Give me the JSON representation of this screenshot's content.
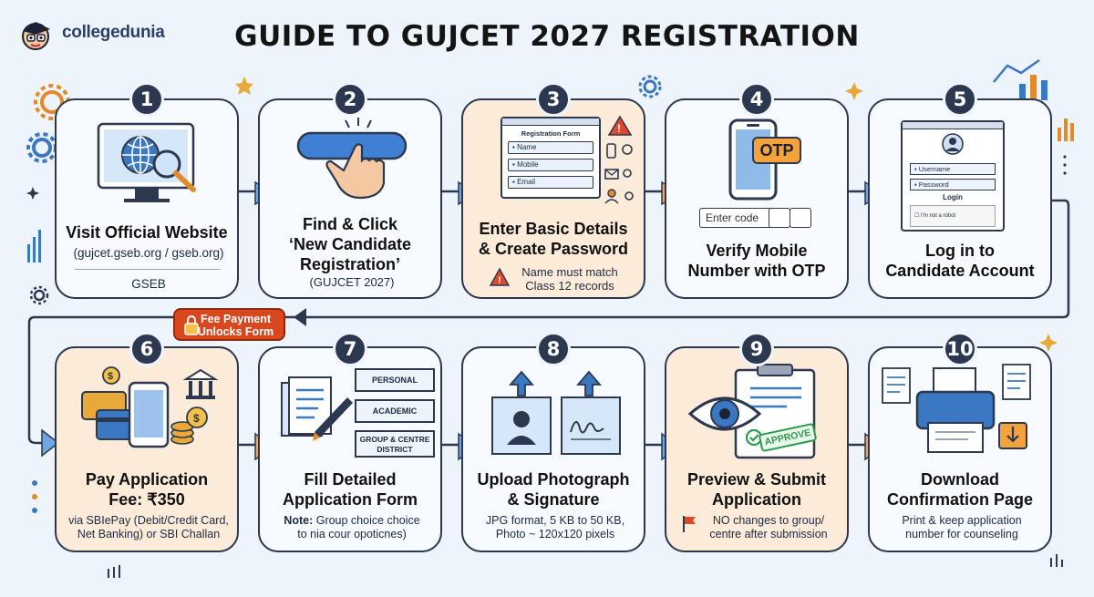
{
  "brand": {
    "name": "collegedunia"
  },
  "title": "GUIDE TO GUJCET 2027 REGISTRATION",
  "fee_flag": {
    "line1": "Fee Payment",
    "line2": "Unlocks Form"
  },
  "steps": [
    {
      "num": "1",
      "title1": "Visit Official Website",
      "sub1": "(gujcet.gseb.org / gseb.org)",
      "sub2": "GSEB"
    },
    {
      "num": "2",
      "title1": "Find & Click",
      "title2": "‘New Candidate",
      "title3": "Registration’",
      "sub1": "(GUJCET 2027)"
    },
    {
      "num": "3",
      "title1": "Enter Basic Details",
      "title2": "& Create Password",
      "sub1": "Name must match",
      "sub2": "Class 12 records",
      "form": {
        "heading": "Registration Form",
        "f1": "Name",
        "f2": "Mobile",
        "f3": "Email"
      }
    },
    {
      "num": "4",
      "title1": "Verify Mobile",
      "title2": "Number with OTP",
      "otp": "OTP",
      "placeholder": "Enter code"
    },
    {
      "num": "5",
      "title1": "Log in to",
      "title2": "Candidate Account",
      "login": {
        "username": "Username",
        "password": "Password",
        "button": "Login",
        "captcha": "I'm not a robot"
      }
    },
    {
      "num": "6",
      "title1": "Pay Application",
      "title2": "Fee: ₹350",
      "sub1": "via SBIePay (Debit/Credit Card,",
      "sub2": "Net Banking) or SBI Challan"
    },
    {
      "num": "7",
      "title1": "Fill Detailed",
      "title2": "Application Form",
      "note_label": "Note:",
      "sub1": " Group choice choice",
      "sub2": "to nia cour opoticnes)",
      "tabs": [
        "PERSONAL",
        "ACADEMIC",
        "GROUP & CENTRE",
        "DISTRICT"
      ]
    },
    {
      "num": "8",
      "title1": "Upload Photograph",
      "title2": "& Signature",
      "sub1": "JPG format, 5 KB to 50 KB,",
      "sub2": "Photo ~ 120x120 pixels"
    },
    {
      "num": "9",
      "title1": "Preview & Submit",
      "title2": "Application",
      "sub1": "NO changes to group/",
      "sub2": "centre after submission",
      "stamp": "APPROVE"
    },
    {
      "num": "10",
      "title1": "Download",
      "title2": "Confirmation Page",
      "sub1": "Print & keep application",
      "sub2": "number for counseling"
    }
  ]
}
